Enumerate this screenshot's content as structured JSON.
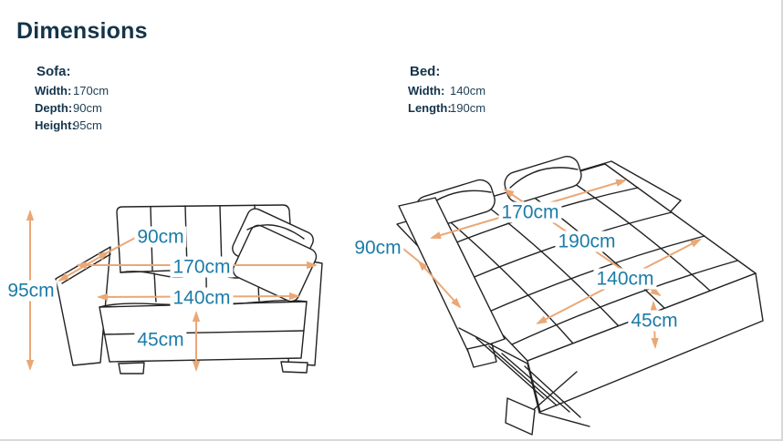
{
  "page": {
    "title": "Dimensions"
  },
  "sofa_specs": {
    "heading": "Sofa:",
    "rows": [
      {
        "label": "Width:",
        "value": "170cm"
      },
      {
        "label": "Depth:",
        "value": "90cm"
      },
      {
        "label": "Height:",
        "value": "95cm"
      }
    ]
  },
  "bed_specs": {
    "heading": "Bed:",
    "rows": [
      {
        "label": "Width:",
        "value": "140cm"
      },
      {
        "label": "Length:",
        "value": "190cm"
      }
    ]
  },
  "sofa_diagram": {
    "annotations": {
      "height": "95cm",
      "depth": "90cm",
      "width": "170cm",
      "seat_width": "140cm",
      "seat_height": "45cm"
    }
  },
  "bed_diagram": {
    "annotations": {
      "depth": "90cm",
      "width": "170cm",
      "length": "190cm",
      "mattress_width": "140cm",
      "height": "45cm"
    }
  },
  "colors": {
    "heading_navy": "#14344a",
    "dimension_label_blue": "#1c7ca8",
    "arrow_orange": "#eaa876",
    "line_art": "#222222",
    "border_gray": "#d8d8d8"
  }
}
